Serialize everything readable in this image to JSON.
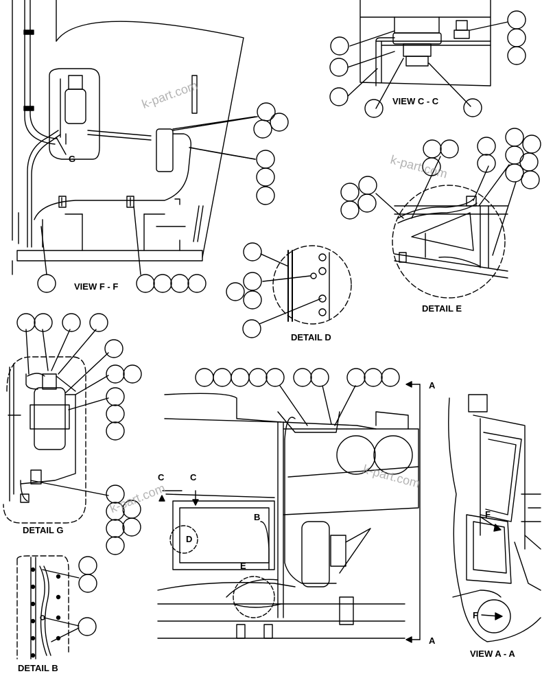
{
  "views": {
    "view_ff": "VIEW F - F",
    "view_cc": "VIEW C - C",
    "detail_e": "DETAIL E",
    "detail_d": "DETAIL D",
    "detail_g": "DETAIL G",
    "detail_b": "DETAIL B",
    "view_aa": "VIEW A - A"
  },
  "markers": {
    "g": "G",
    "c": "C",
    "b": "B",
    "d": "D",
    "e": "E",
    "a": "A",
    "f": "F"
  },
  "watermark": "k-part.com"
}
